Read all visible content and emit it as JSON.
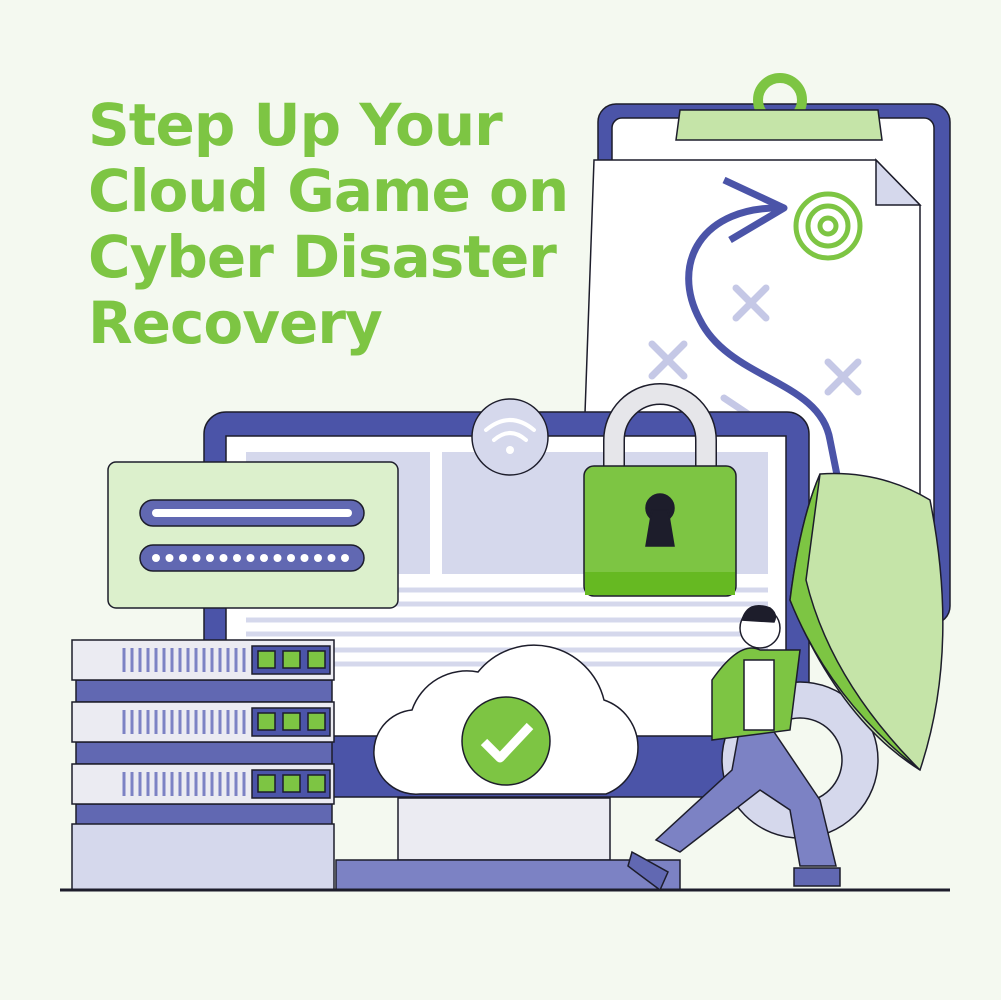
{
  "headline": {
    "lines": [
      "Step Up Your",
      "Cloud Game on",
      "Cyber Disaster",
      "Recovery"
    ]
  },
  "colors": {
    "background": "#f4f9f0",
    "accent_green": "#7dc543",
    "dark_green": "#66b922",
    "purple": "#4b54a8",
    "light_purple": "#d5d8ec",
    "mid_purple": "#7c82c4"
  },
  "icons": [
    "wifi-icon",
    "padlock-icon",
    "cloud-check-icon",
    "target-icon",
    "shield-icon",
    "gear-icon",
    "server-icon",
    "clipboard-icon",
    "login-form-icon"
  ]
}
